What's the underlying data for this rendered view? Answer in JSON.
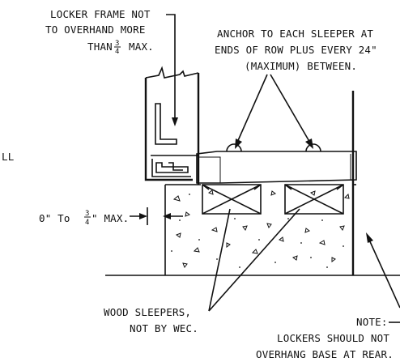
{
  "notes": {
    "locker_frame": {
      "line1": "LOCKER FRAME NOT",
      "line2": "TO OVERHAND MORE",
      "line3_pre": "THAN",
      "fraction_num": "3",
      "fraction_den": "4",
      "line3_post": "MAX."
    },
    "anchor": {
      "line1": "ANCHOR TO EACH SLEEPER AT",
      "line2": "ENDS OF ROW PLUS EVERY 24\"",
      "line3": "(MAXIMUM) BETWEEN."
    },
    "edge_label": "LL",
    "offset": {
      "pre": "0\" To",
      "fraction_num": "3",
      "fraction_den": "4",
      "post": "\" MAX."
    },
    "sleepers": {
      "line1": "WOOD SLEEPERS,",
      "line2": "NOT BY WEC."
    },
    "rear_note": {
      "line1": "NOTE:",
      "line2": "LOCKERS SHOULD NOT",
      "line3": "OVERHANG BASE AT REAR."
    }
  }
}
